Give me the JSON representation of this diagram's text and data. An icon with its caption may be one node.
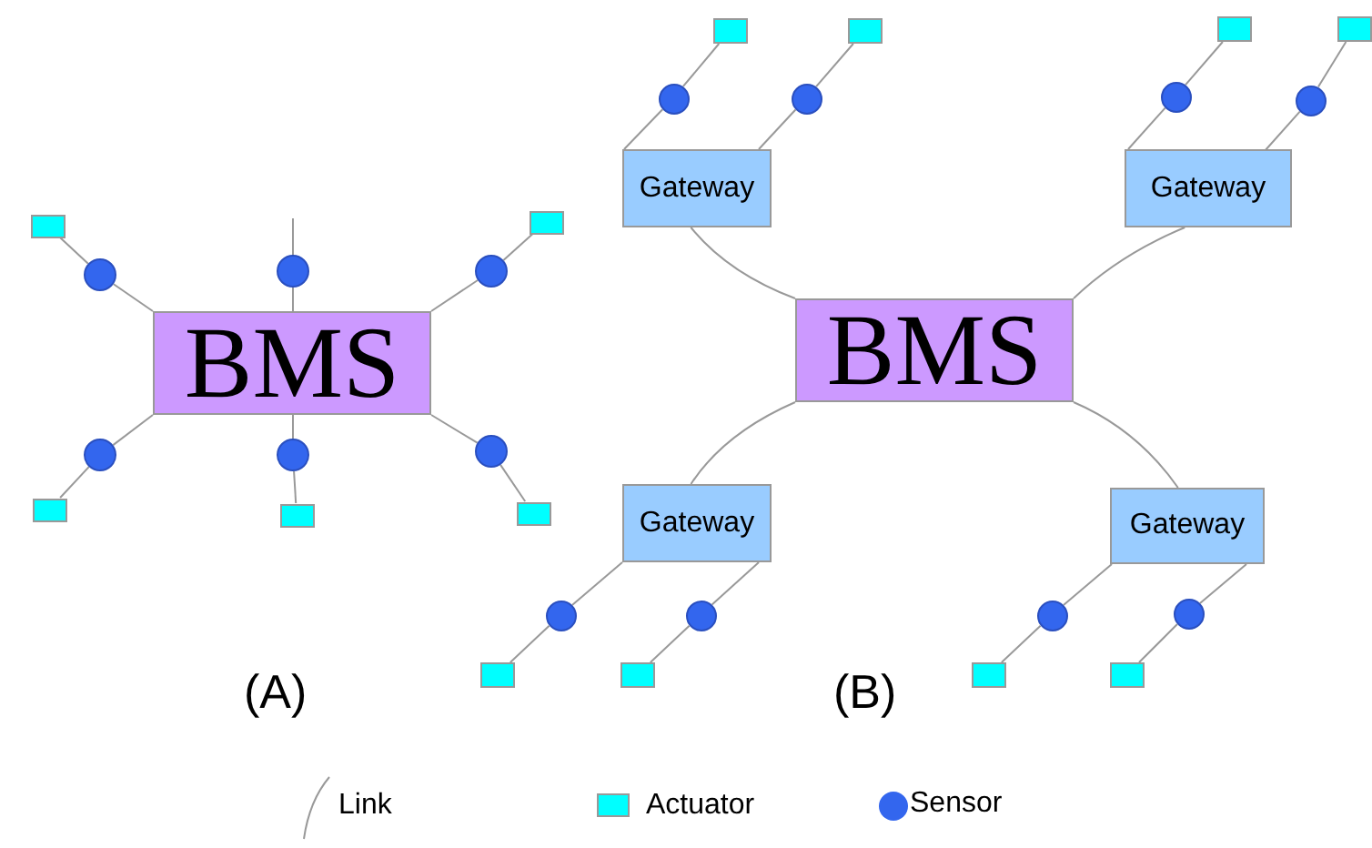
{
  "diagram": {
    "nodes": [
      {
        "text": [
          "BMS"
        ]
      },
      {
        "text": [],
        "shape": "box"
      },
      {
        "text": [],
        "shape": "circle"
      },
      {
        "text": [],
        "shape": "circle"
      },
      {
        "text": [],
        "shape": "box"
      },
      {
        "text": [],
        "shape": "circle"
      },
      {
        "text": [],
        "shape": "circle"
      },
      {
        "text": [],
        "shape": "box"
      },
      {
        "text": [],
        "shape": "circle"
      },
      {
        "text": [],
        "shape": "box"
      },
      {
        "text": [],
        "shape": "circle"
      },
      {
        "text": [],
        "shape": "box"
      },
      {
        "text": [
          "BMS"
        ]
      },
      {
        "text": [
          "Gateway"
        ]
      },
      {
        "text": [
          "Gateway"
        ]
      },
      {
        "text": [
          "Gateway"
        ]
      },
      {
        "text": [
          "Gateway"
        ]
      },
      {
        "text": [],
        "shape": "circle"
      },
      {
        "text": [],
        "shape": "box"
      },
      {
        "text": [],
        "shape": "circle"
      },
      {
        "text": [],
        "shape": "box"
      },
      {
        "text": [],
        "shape": "circle"
      },
      {
        "text": [],
        "shape": "box"
      },
      {
        "text": [],
        "shape": "circle"
      },
      {
        "text": [],
        "shape": "box"
      },
      {
        "text": [],
        "shape": "circle"
      },
      {
        "text": [],
        "shape": "box"
      },
      {
        "text": [],
        "shape": "circle"
      },
      {
        "text": [],
        "shape": "box"
      },
      {
        "text": [],
        "shape": "circle"
      },
      {
        "text": [],
        "shape": "box"
      },
      {
        "text": [],
        "shape": "circle"
      },
      {
        "text": [],
        "shape": "box"
      }
    ],
    "edges": [
      {
        "from": 0,
        "to": 2,
        "arrow": "none"
      },
      {
        "from": 2,
        "to": 1,
        "arrow": "none"
      },
      {
        "from": 0,
        "to": 3,
        "arrow": "none"
      },
      {
        "from": 3,
        "to": null,
        "arrow": "none"
      },
      {
        "from": 0,
        "to": 5,
        "arrow": "none"
      },
      {
        "from": 5,
        "to": 4,
        "arrow": "none"
      },
      {
        "from": 0,
        "to": 6,
        "arrow": "none"
      },
      {
        "from": 6,
        "to": 7,
        "arrow": "none"
      },
      {
        "from": 0,
        "to": 8,
        "arrow": "none"
      },
      {
        "from": 8,
        "to": 9,
        "arrow": "none"
      },
      {
        "from": 0,
        "to": 10,
        "arrow": "none"
      },
      {
        "from": 10,
        "to": 11,
        "arrow": "none"
      },
      {
        "from": 12,
        "to": 13,
        "arrow": "none"
      },
      {
        "from": 12,
        "to": 14,
        "arrow": "none"
      },
      {
        "from": 12,
        "to": 15,
        "arrow": "none"
      },
      {
        "from": 12,
        "to": 16,
        "arrow": "none"
      },
      {
        "from": 13,
        "to": 17,
        "arrow": "none"
      },
      {
        "from": 17,
        "to": 18,
        "arrow": "none"
      },
      {
        "from": 13,
        "to": 19,
        "arrow": "none"
      },
      {
        "from": 19,
        "to": 20,
        "arrow": "none"
      },
      {
        "from": 14,
        "to": 21,
        "arrow": "none"
      },
      {
        "from": 21,
        "to": 22,
        "arrow": "none"
      },
      {
        "from": 14,
        "to": 23,
        "arrow": "none"
      },
      {
        "from": 23,
        "to": 24,
        "arrow": "none"
      },
      {
        "from": 15,
        "to": 25,
        "arrow": "none"
      },
      {
        "from": 25,
        "to": 26,
        "arrow": "none"
      },
      {
        "from": 15,
        "to": 27,
        "arrow": "none"
      },
      {
        "from": 27,
        "to": 28,
        "arrow": "none"
      },
      {
        "from": 16,
        "to": 29,
        "arrow": "none"
      },
      {
        "from": 29,
        "to": 30,
        "arrow": "none"
      },
      {
        "from": 16,
        "to": 31,
        "arrow": "none"
      },
      {
        "from": 31,
        "to": 32,
        "arrow": "none"
      }
    ],
    "labels": [
      "(A)",
      "(B)"
    ],
    "legend": [
      {
        "text": "Link"
      },
      {
        "text": "Actuator",
        "color": "#00ffff"
      },
      {
        "text": "Sensor",
        "color": "#3366ee"
      }
    ]
  }
}
